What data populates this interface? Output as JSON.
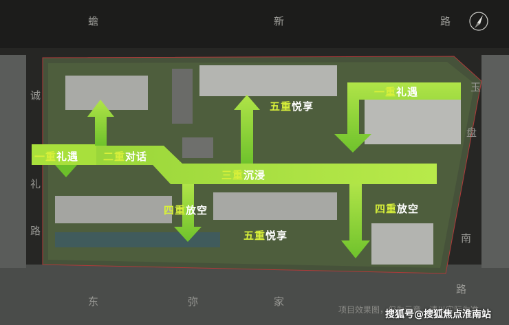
{
  "roads": {
    "top": [
      "蟾",
      "新",
      "路"
    ],
    "left_upper": [
      "诚"
    ],
    "left_lower": [
      "礼",
      "路"
    ],
    "right_upper": [
      "玉",
      "盘"
    ],
    "right_lower": [
      "南",
      "路"
    ],
    "bottom": [
      "东",
      "弥",
      "家"
    ]
  },
  "zones": {
    "first_left": {
      "prefix": "一重",
      "suffix": "礼遇"
    },
    "first_right": {
      "prefix": "一重",
      "suffix": "礼遇"
    },
    "second": {
      "prefix": "二重",
      "suffix": "对话"
    },
    "third": {
      "prefix": "三重",
      "suffix": "沉浸"
    },
    "fourth_left": {
      "prefix": "四重",
      "suffix": "放空"
    },
    "fourth_right": {
      "prefix": "四重",
      "suffix": "放空"
    },
    "fifth_top": {
      "prefix": "五重",
      "suffix": "悦享"
    },
    "fifth_bottom": {
      "prefix": "五重",
      "suffix": "悦享"
    }
  },
  "caption": "项目效果图，仅为示意，请以实际为准",
  "watermark": "搜狐号@搜狐焦点淮南站",
  "colors": {
    "arrow_light": "#a8e03c",
    "arrow_dark": "#6cbf2a",
    "label_yellow": "#d8f03a",
    "road": "#1f1f1e",
    "site": "#4a5a3a"
  },
  "icons": {
    "compass": "north-arrow-icon"
  }
}
